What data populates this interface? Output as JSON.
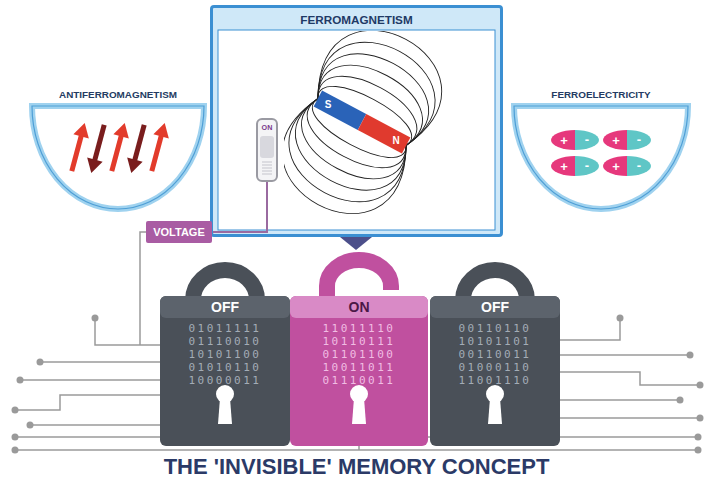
{
  "diagram": {
    "title": "THE 'INVISIBLE' MEMORY CONCEPT",
    "nodes": [
      {
        "text": [
          "ANTIFERROMAGNETISM"
        ]
      },
      {
        "text": [
          "FERROMAGNETISM"
        ]
      },
      {
        "text": [
          "ON"
        ],
        "in": 1
      },
      {
        "text": [
          "FERROELECTRICITY"
        ]
      },
      {
        "text": [
          "VOLTAGE"
        ]
      },
      {
        "text": [
          "OFF",
          "01011111 01110010 10101100 01010110 10000011"
        ]
      },
      {
        "text": [
          "ON",
          "11011110 10110111 01101100 10011011 01110011"
        ]
      },
      {
        "text": [
          "OFF",
          "00110110 10101101 00110011 01000110 11001110"
        ]
      }
    ],
    "edges": [
      {
        "from": 4,
        "to": 2,
        "arrow": "none"
      }
    ],
    "labels": [
      "S",
      "N",
      "+",
      "-",
      "+",
      "-",
      "+",
      "-",
      "+",
      "-"
    ]
  }
}
